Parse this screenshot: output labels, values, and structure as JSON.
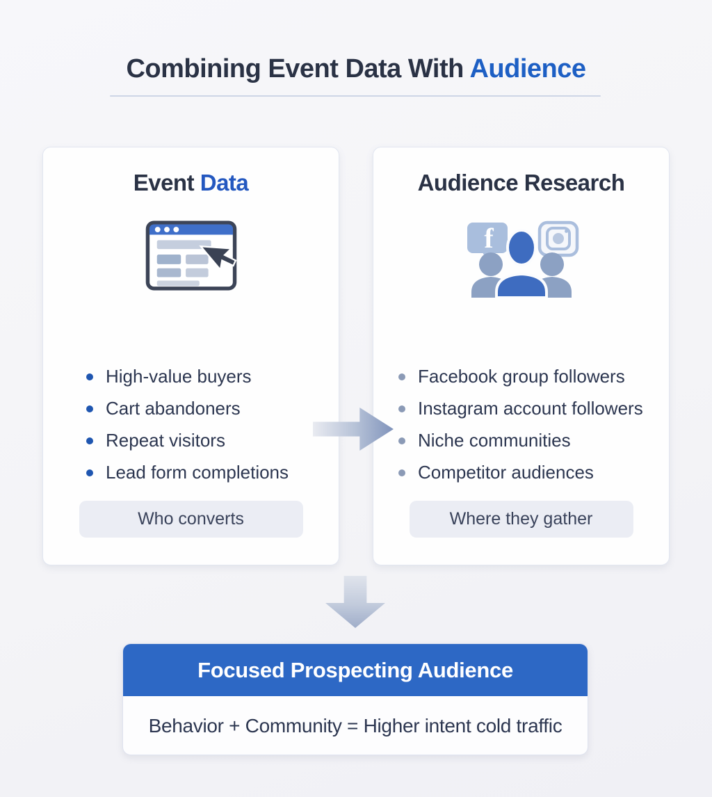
{
  "page": {
    "title_prefix": "Combining Event Data With ",
    "title_highlight": "Audience"
  },
  "left_card": {
    "title_prefix": "Event ",
    "title_highlight": "Data",
    "icon": "browser-click-icon",
    "items": [
      "High-value buyers",
      "Cart abandoners",
      "Repeat visitors",
      "Lead form completions"
    ],
    "footer": "Who converts"
  },
  "right_card": {
    "title": "Audience Research",
    "icon": "facebook-instagram-people-icon",
    "items": [
      "Facebook group followers",
      "Instagram account followers",
      "Niche communities",
      "Competitor audiences"
    ],
    "footer": "Where they gather"
  },
  "result": {
    "header": "Focused Prospecting Audience",
    "body": "Behavior + Community = Higher intent cold traffic"
  },
  "colors": {
    "accent_blue": "#1d5fc4",
    "heading_dark": "#2a3245",
    "result_header_bg": "#2d68c5",
    "left_bullet_blue": "#1f56b0",
    "right_bullet_gray": "#8b9ab6",
    "pill_bg": "#ebedf4",
    "card_border": "#e2e6f1"
  }
}
